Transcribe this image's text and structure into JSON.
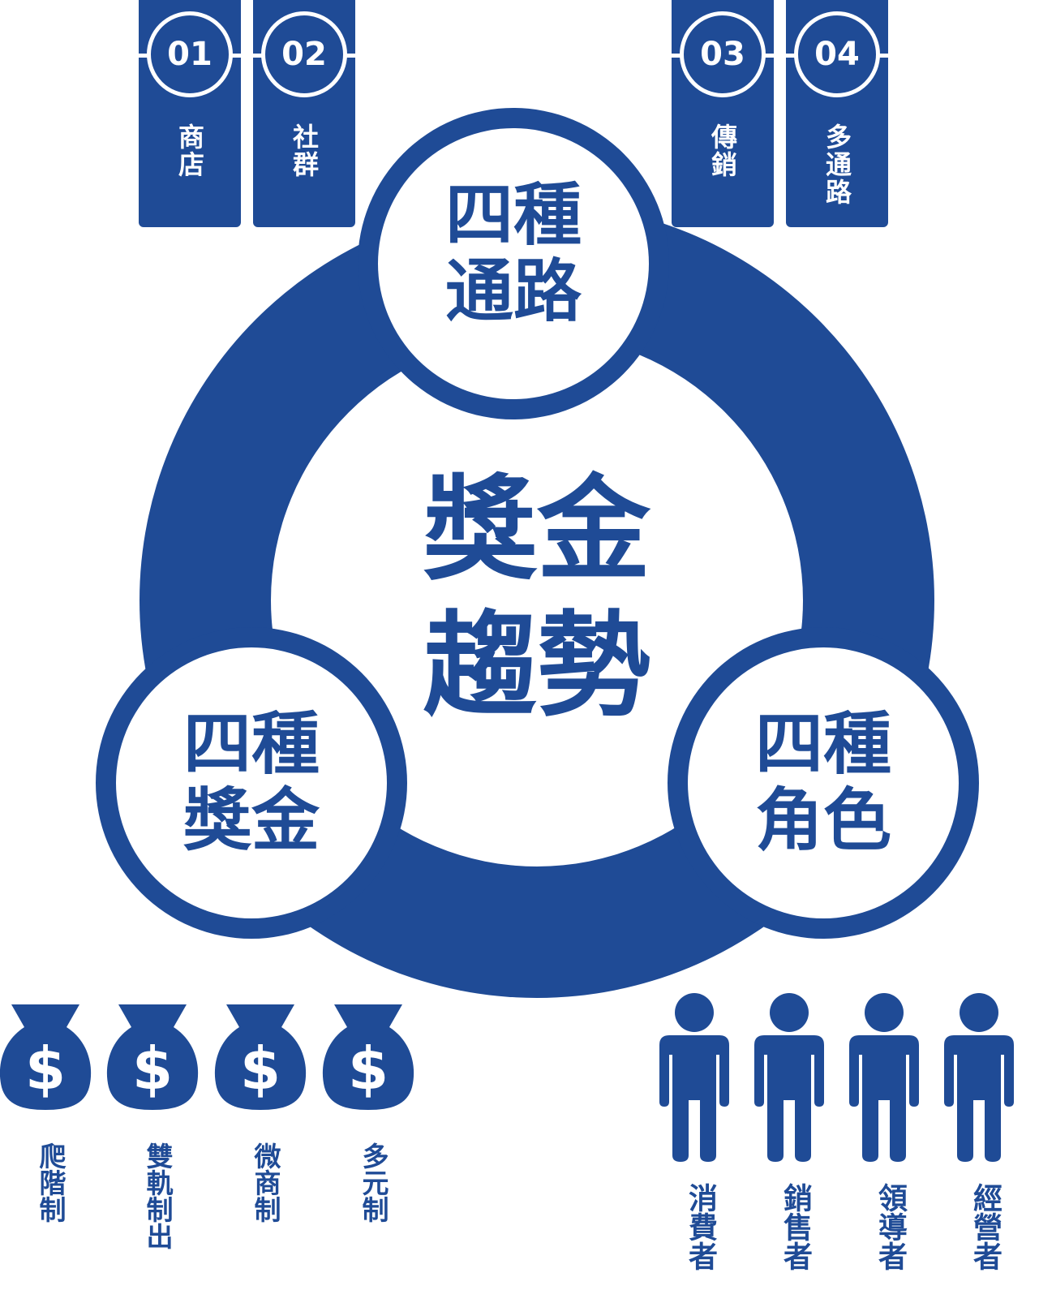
{
  "center_title": [
    "獎金",
    "趨勢"
  ],
  "channels": {
    "title": [
      "四種",
      "通路"
    ],
    "items": [
      {
        "num": "01",
        "label": "商店"
      },
      {
        "num": "02",
        "label": "社群"
      },
      {
        "num": "03",
        "label": "傳銷"
      },
      {
        "num": "04",
        "label": "多通路"
      }
    ]
  },
  "bonuses": {
    "title": [
      "四種",
      "獎金"
    ],
    "icon": "money-bag-icon",
    "items": [
      "爬階制",
      "雙軌制出",
      "微商制",
      "多元制"
    ]
  },
  "roles": {
    "title": [
      "四種",
      "角色"
    ],
    "icon": "person-icon",
    "items": [
      "消費者",
      "銷售者",
      "領導者",
      "經營者"
    ]
  },
  "colors": {
    "primary": "#1f4b96",
    "background": "#ffffff"
  }
}
